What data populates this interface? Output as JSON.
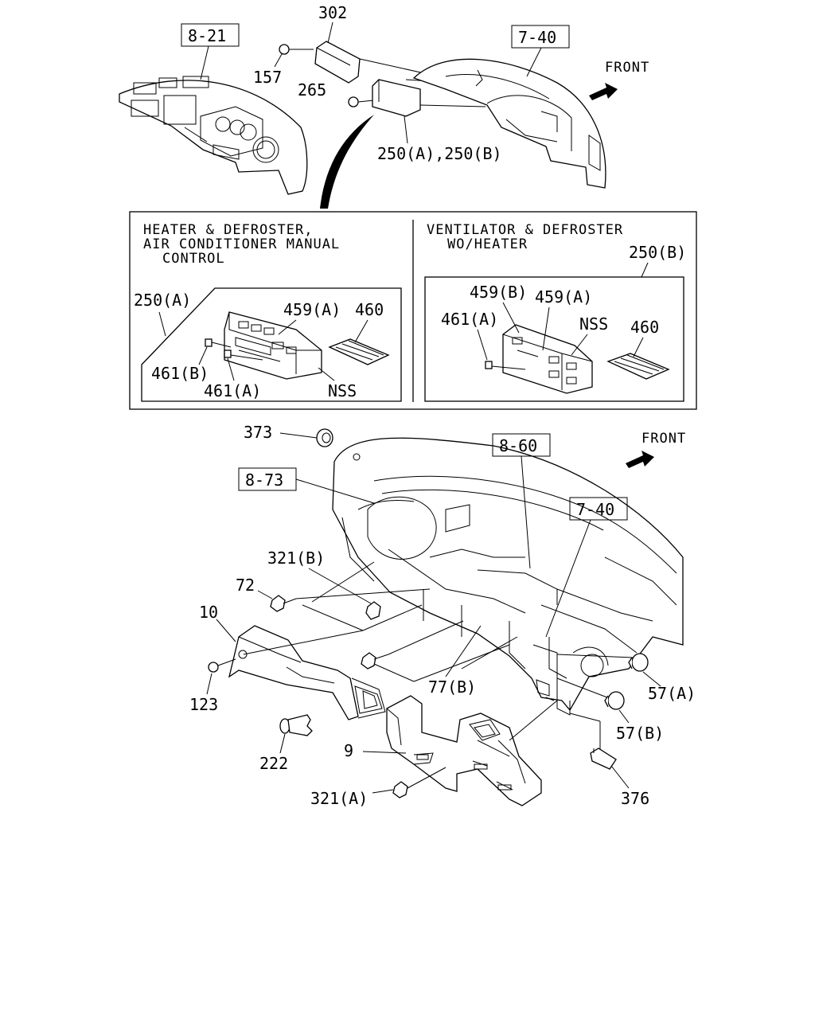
{
  "refs": {
    "r821": "8-21",
    "r740_top": "7-40",
    "r860": "8-60",
    "r873": "8-73",
    "r740_bottom": "7-40"
  },
  "front_labels": {
    "top": "FRONT",
    "bottom": "FRONT"
  },
  "callouts": {
    "p302": "302",
    "p157": "157",
    "p265": "265",
    "p250ab": "250(A),250(B)",
    "p250a": "250(A)",
    "p459a_left": "459(A)",
    "p460_left": "460",
    "p461b": "461(B)",
    "p461a_left": "461(A)",
    "nss_left": "NSS",
    "p250b": "250(B)",
    "p459b": "459(B)",
    "p459a_right": "459(A)",
    "p461a_right": "461(A)",
    "nss_right": "NSS",
    "p460_right": "460",
    "p373": "373",
    "p321b": "321(B)",
    "p72": "72",
    "p10": "10",
    "p77b": "77(B)",
    "p57a": "57(A)",
    "p57b": "57(B)",
    "p123": "123",
    "p222": "222",
    "p9": "9",
    "p321a": "321(A)",
    "p376": "376"
  },
  "inset": {
    "left_title": [
      "HEATER & DEFROSTER,",
      "AIR CONDITIONER MANUAL",
      "CONTROL"
    ],
    "right_title": [
      "VENTILATOR & DEFROSTER",
      "WO/HEATER"
    ]
  }
}
